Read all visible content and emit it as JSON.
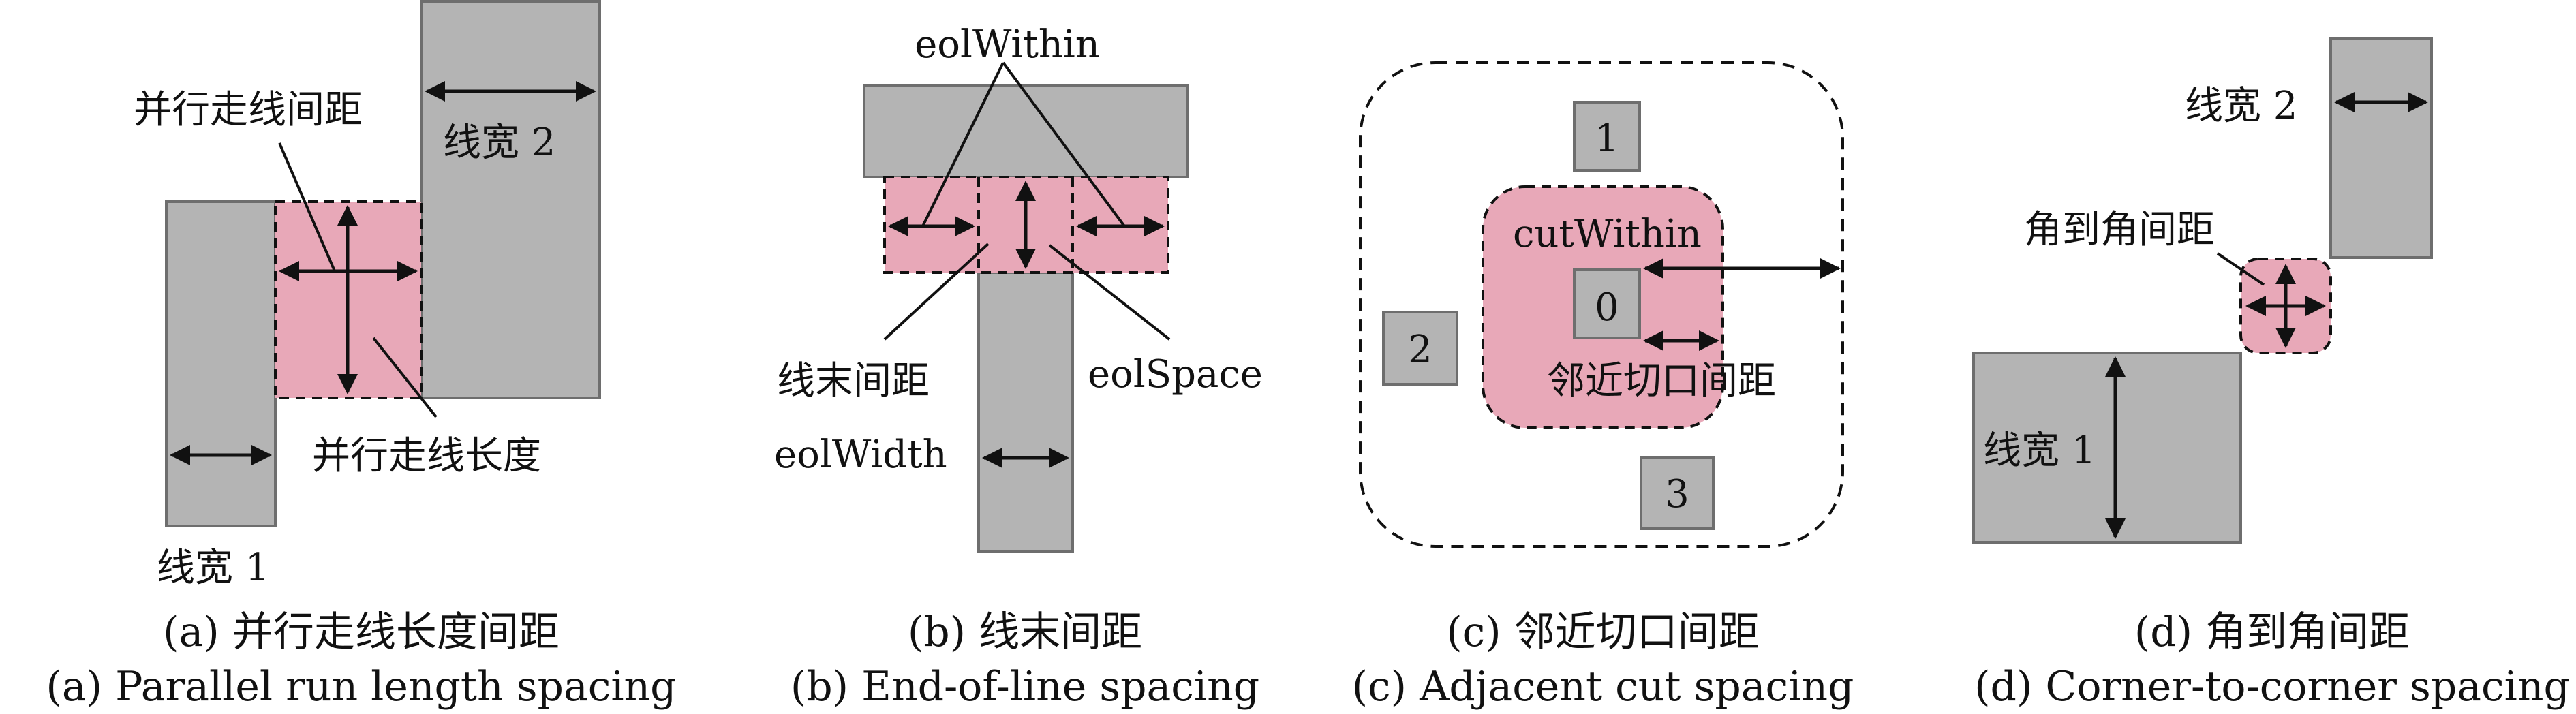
{
  "panel_a": {
    "label_parallel_spacing": "并行走线间距",
    "label_width2": "线宽 2",
    "label_run_length": "并行走线长度",
    "label_width1": "线宽 1",
    "caption_cn": "(a) 并行走线长度间距",
    "caption_en": "(a) Parallel run length spacing"
  },
  "panel_b": {
    "label_eol_within": "eolWithin",
    "label_eol_spacing_cn": "线末间距",
    "label_eol_space": "eolSpace",
    "label_eol_width": "eolWidth",
    "caption_cn": "(b) 线末间距",
    "caption_en": "(b) End-of-line spacing"
  },
  "panel_c": {
    "label_cut_within": "cutWithin",
    "label_adjacent_cut_spacing": "邻近切口间距",
    "cut_labels": [
      "0",
      "1",
      "2",
      "3"
    ],
    "caption_cn": "(c) 邻近切口间距",
    "caption_en": "(c) Adjacent cut spacing"
  },
  "panel_d": {
    "label_width2": "线宽 2",
    "label_corner_spacing": "角到角间距",
    "label_width1": "线宽 1",
    "caption_cn": "(d) 角到角间距",
    "caption_en": "(d) Corner-to-corner spacing"
  },
  "colors": {
    "metal": "#b4b4b4",
    "metal_outline": "#6e6e6e",
    "spacing_region": "#e8a8b8",
    "line": "#111111"
  }
}
